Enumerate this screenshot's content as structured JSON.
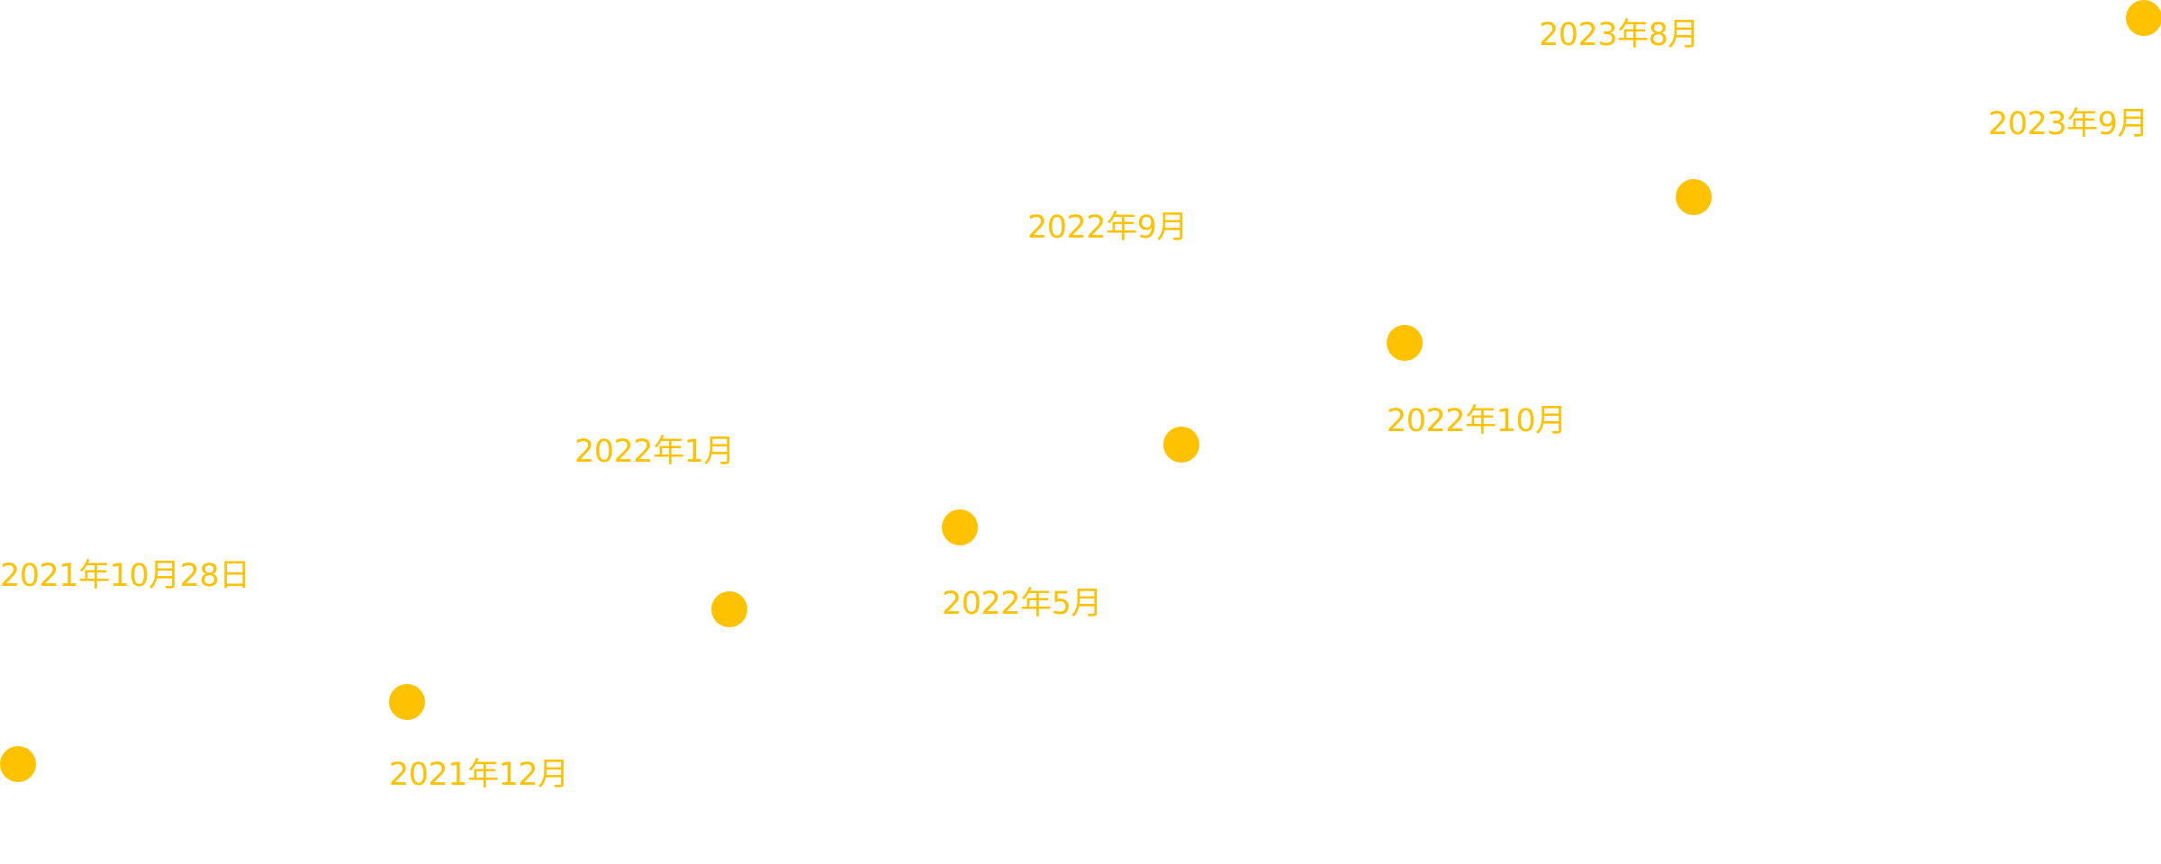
{
  "timeline": {
    "accent_color": "#FFC200",
    "milestones": [
      {
        "label": "2021年10月28日"
      },
      {
        "label": "2021年12月"
      },
      {
        "label": "2022年1月"
      },
      {
        "label": "2022年5月"
      },
      {
        "label": "2022年9月"
      },
      {
        "label": "2022年10月"
      },
      {
        "label": "2023年8月"
      },
      {
        "label": "2023年9月"
      }
    ]
  }
}
